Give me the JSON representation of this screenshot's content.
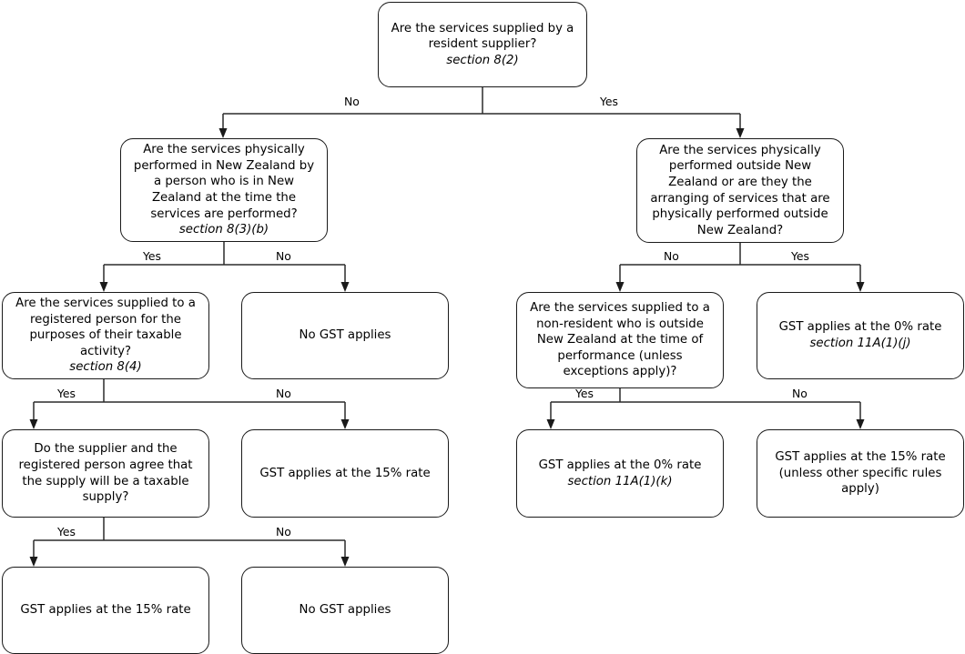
{
  "diagram": {
    "title": "GST treatment of supplied services decision tree",
    "accent_color": "#1a1a1a",
    "background_color": "#ffffff",
    "line_color": "#2b2b2b"
  },
  "nodes": {
    "root": {
      "text": "Are the services supplied by a resident supplier?",
      "section": "section 8(2)"
    },
    "left_physical": {
      "text": "Are the services physically performed in New Zealand by a person who is in New Zealand at the time the services are performed?",
      "section": "section 8(3)(b)"
    },
    "right_physical": {
      "text": "Are the services physically performed outside New Zealand or are they the arranging of services that are physically performed outside New Zealand?",
      "section": ""
    },
    "left_registered": {
      "text": "Are the services supplied to a registered person for the purposes of their taxable activity?",
      "section": "section 8(4)"
    },
    "left_no_gst_1": {
      "text": "No GST applies",
      "section": ""
    },
    "right_nonresident": {
      "text": "Are the services supplied to a non-resident who is outside New Zealand at the time of performance (unless exceptions apply)?",
      "section": ""
    },
    "right_zero_rate_j": {
      "text": "GST applies at the 0% rate",
      "section": "section 11A(1)(j)"
    },
    "left_agree": {
      "text": "Do the supplier and the registered person agree that the supply will be a taxable supply?",
      "section": ""
    },
    "left_fifteen_1": {
      "text": "GST applies at the 15% rate",
      "section": ""
    },
    "right_zero_rate_k": {
      "text": "GST applies at the 0% rate",
      "section": "section 11A(1)(k)"
    },
    "right_fifteen": {
      "text": "GST applies at the 15% rate (unless other specific rules apply)",
      "section": ""
    },
    "left_fifteen_2": {
      "text": "GST applies at the 15% rate",
      "section": ""
    },
    "left_no_gst_2": {
      "text": "No GST applies",
      "section": ""
    }
  },
  "edge_labels": {
    "root_no": "No",
    "root_yes": "Yes",
    "left_physical_yes": "Yes",
    "left_physical_no": "No",
    "right_physical_no": "No",
    "right_physical_yes": "Yes",
    "left_registered_yes": "Yes",
    "left_registered_no": "No",
    "right_nonresident_yes": "Yes",
    "right_nonresident_no": "No",
    "left_agree_yes": "Yes",
    "left_agree_no": "No"
  }
}
